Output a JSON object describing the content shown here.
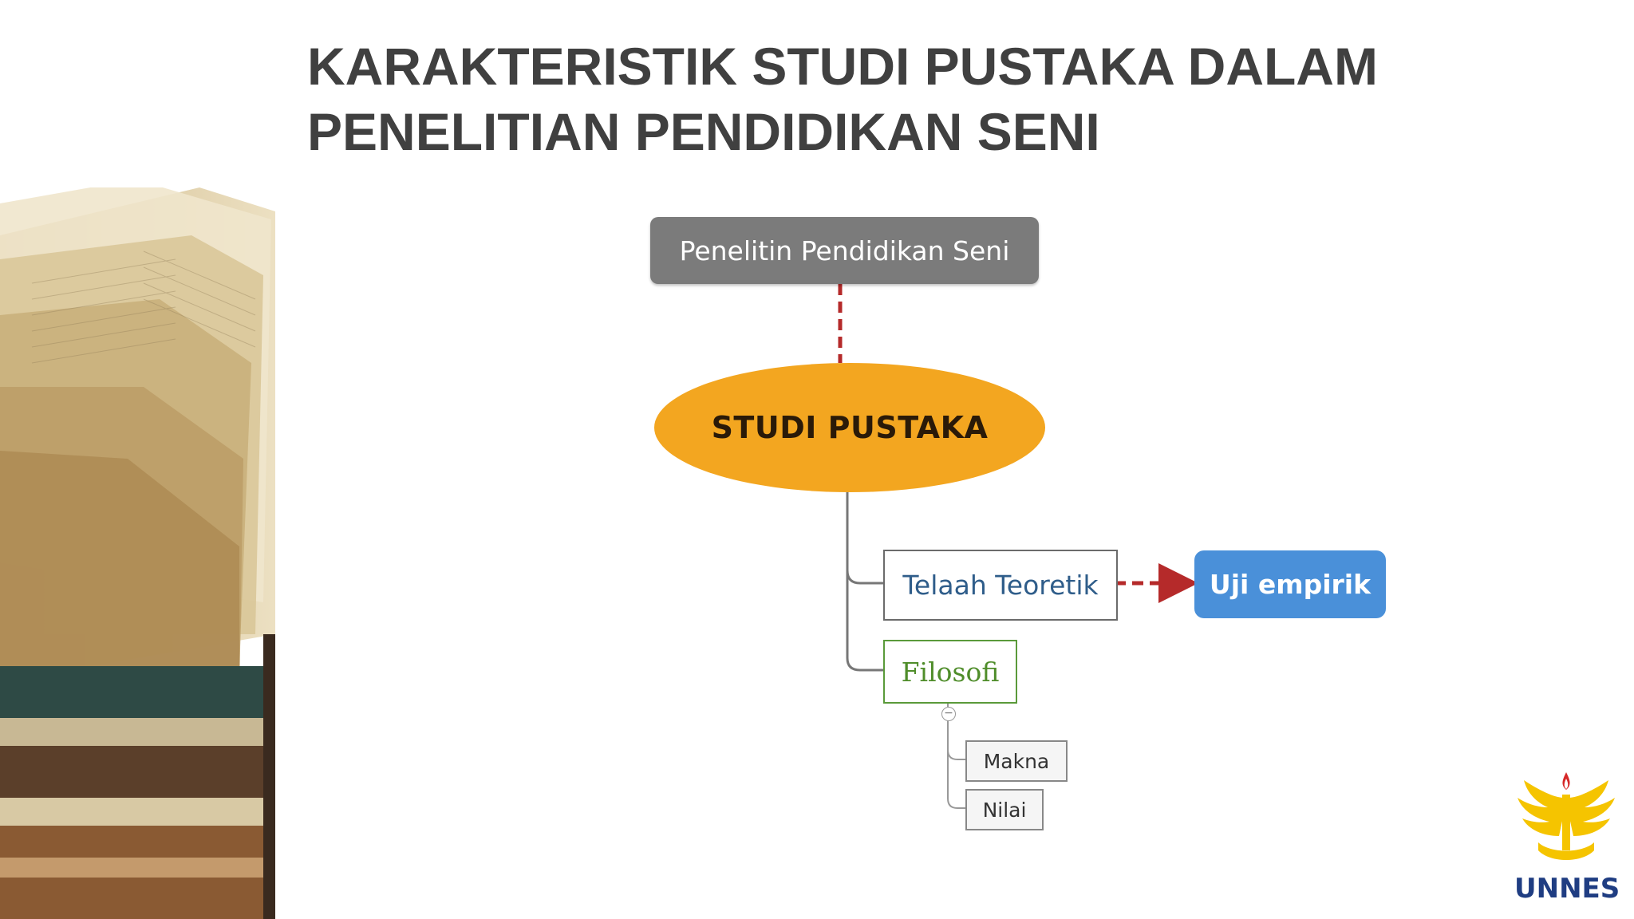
{
  "title": {
    "line1": "KARAKTERISTIK STUDI PUSTAKA DALAM",
    "line2": "PENELITIAN PENDIDIKAN SENI"
  },
  "diagram": {
    "root": "Penelitin Pendidikan Seni",
    "center": "STUDI PUSTAKA",
    "branches": {
      "teori": "Telaah Teoretik",
      "filosofi": "Filosofi",
      "makna": "Makna",
      "nilai": "Nilai"
    },
    "external": "Uji empirik",
    "collapse_symbol": "−"
  },
  "logo": {
    "label": "UNNES"
  },
  "colors": {
    "title": "#404040",
    "root_node": "#7b7b7b",
    "center_node": "#f3a620",
    "uji_node": "#4a90d9",
    "dashed_link": "#b52a2a",
    "logo_yellow": "#f5c400",
    "logo_blue": "#1f3d82"
  }
}
